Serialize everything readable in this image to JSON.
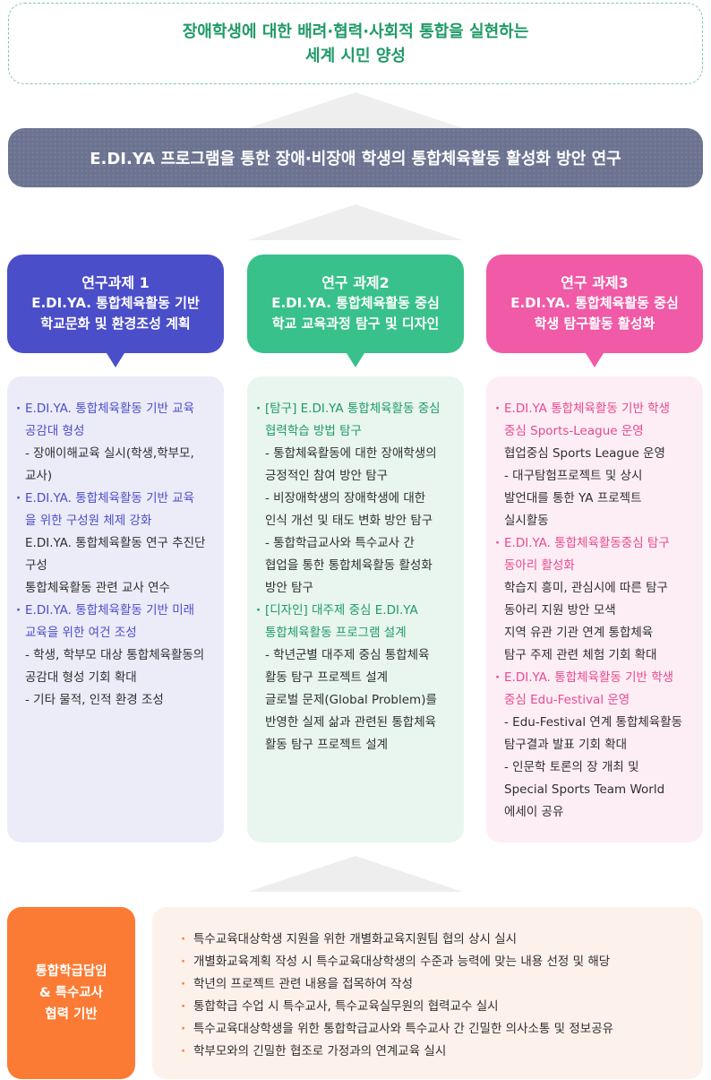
{
  "goal": {
    "line1": "장애학생에 대한 배려·협력·사회적 통합을 실현하는",
    "line2": "세계 시민 양성"
  },
  "main_title": "E.DI.YA 프로그램을 통한 장애·비장애 학생의 통합체육활동 활성화 방안 연구",
  "tasks": [
    {
      "title": "연구과제 1",
      "sub1": "E.DI.YA. 통합체육활동 기반",
      "sub2": "학교문화 및 환경조성 계획",
      "color": "#4b4ec9",
      "lines": [
        {
          "type": "title",
          "text": "E.DI.YA. 통합체육활동 기반 교육"
        },
        {
          "type": "title",
          "text": "공감대 형성"
        },
        {
          "type": "item",
          "text": "- 장애이해교육 실시(학생,학부모,"
        },
        {
          "type": "item",
          "text": "교사)"
        },
        {
          "type": "title",
          "text": "E.DI.YA. 통합체육활동 기반 교육"
        },
        {
          "type": "title",
          "text": "을 위한 구성원 체제 강화"
        },
        {
          "type": "item",
          "text": "E.DI.YA. 통합체육활동 연구 추진단"
        },
        {
          "type": "item",
          "text": "구성"
        },
        {
          "type": "item",
          "text": "통합체육활동 관련 교사 연수"
        },
        {
          "type": "title",
          "text": "E.DI.YA. 통합체육활동 기반 미래"
        },
        {
          "type": "title",
          "text": "교육을 위한 여건 조성"
        },
        {
          "type": "item",
          "text": "- 학생, 학부모 대상 통합체육활동의"
        },
        {
          "type": "item",
          "text": "공감대 형성 기회 확대"
        },
        {
          "type": "item",
          "text": "- 기타 물적, 인적 환경 조성"
        }
      ]
    },
    {
      "title": "연구 과제2",
      "sub1": "E.DI.YA. 통합체육활동 중심",
      "sub2": "학교 교육과정 탐구 및 디자인",
      "color": "#38c18a",
      "lines": [
        {
          "type": "title",
          "text": "[탐구] E.DI.YA 통합체육활동 중심"
        },
        {
          "type": "title",
          "text": "협력학습 방법 탐구"
        },
        {
          "type": "item",
          "text": "- 통합체육활동에 대한 장애학생의"
        },
        {
          "type": "item",
          "text": "긍정적인 참여 방안 탐구"
        },
        {
          "type": "item",
          "text": "- 비장애학생의 장애학생에 대한"
        },
        {
          "type": "item",
          "text": "인식 개선 및 태도 변화 방안 탐구"
        },
        {
          "type": "item",
          "text": "- 통합학급교사와 특수교사 간"
        },
        {
          "type": "item",
          "text": "협업을 통한 통합체육활동 활성화"
        },
        {
          "type": "item",
          "text": "방안 탐구"
        },
        {
          "type": "title",
          "text": "[디자인] 대주제 중심 E.DI.YA"
        },
        {
          "type": "title",
          "text": "통합체육활동 프로그램 설계"
        },
        {
          "type": "item",
          "text": "- 학년군별 대주제 중심 통합체육"
        },
        {
          "type": "item",
          "text": "활동 탐구 프로젝트 설계"
        },
        {
          "type": "item",
          "text": "글로벌 문제(Global Problem)를"
        },
        {
          "type": "item",
          "text": "반영한 실제 삶과 관련된 통합체육"
        },
        {
          "type": "item",
          "text": "활동 탐구 프로젝트 설계"
        }
      ]
    },
    {
      "title": "연구 과제3",
      "sub1": "E.DI.YA. 통합체육활동 중심",
      "sub2": "학생 탐구활동 활성화",
      "color": "#f05aa6",
      "lines": [
        {
          "type": "title",
          "text": "E.DI.YA 통합체육활동 기반 학생"
        },
        {
          "type": "title",
          "text": "중심 Sports-League 운영"
        },
        {
          "type": "item",
          "text": "협업중심 Sports League 운영"
        },
        {
          "type": "item",
          "text": "- 대구탐험프로젝트 및 상시"
        },
        {
          "type": "item",
          "text": "발언대를 통한 YA 프로젝트"
        },
        {
          "type": "item",
          "text": "실시활동"
        },
        {
          "type": "title",
          "text": "E.DI.YA. 통합체육활동중심 탐구"
        },
        {
          "type": "title",
          "text": "동아리 활성화"
        },
        {
          "type": "item",
          "text": "학습지 흥미, 관심시에 따른 탐구"
        },
        {
          "type": "item",
          "text": "동아리 지원 방안 모색"
        },
        {
          "type": "item",
          "text": "지역 유관 기관 연계 통합체육"
        },
        {
          "type": "item",
          "text": "탐구 주제 관련 체험 기회 확대"
        },
        {
          "type": "title",
          "text": "E.DI.YA. 통합체육활동 기반 학생"
        },
        {
          "type": "title",
          "text": "중심 Edu-Festival 운영"
        },
        {
          "type": "item",
          "text": "- Edu-Festival 연계 통합체육활동"
        },
        {
          "type": "item",
          "text": "탐구결과 발표 기회 확대"
        },
        {
          "type": "item",
          "text": "- 인문학 토론의 장 개최 및"
        },
        {
          "type": "item",
          "text": "Special Sports Team  World"
        },
        {
          "type": "item",
          "text": "에세이 공유"
        }
      ]
    }
  ],
  "foundation": {
    "label_line1": "통합학급담임",
    "label_line2": "& 특수교사",
    "label_line3": "협력 기반",
    "color": "#fb7b34",
    "items": [
      "특수교육대상학생 지원을 위한 개별화교육지원팀 협의 상시 실시",
      "개별화교육계획 작성 시 특수교육대상학생의 수준과 능력에 맞는 내용 선정 및 해당",
      "학년의 프로젝트 관련 내용을 접목하여 작성",
      "통합학급 수업 시 특수교사, 특수교육실무원의 협력교수 실시",
      "특수교육대상학생을 위한 통합학급교사와 특수교사 간 긴밀한 의사소통 및 정보공유",
      "학부모와의 긴밀한 협조로 가정과의 연계교육 실시"
    ]
  }
}
